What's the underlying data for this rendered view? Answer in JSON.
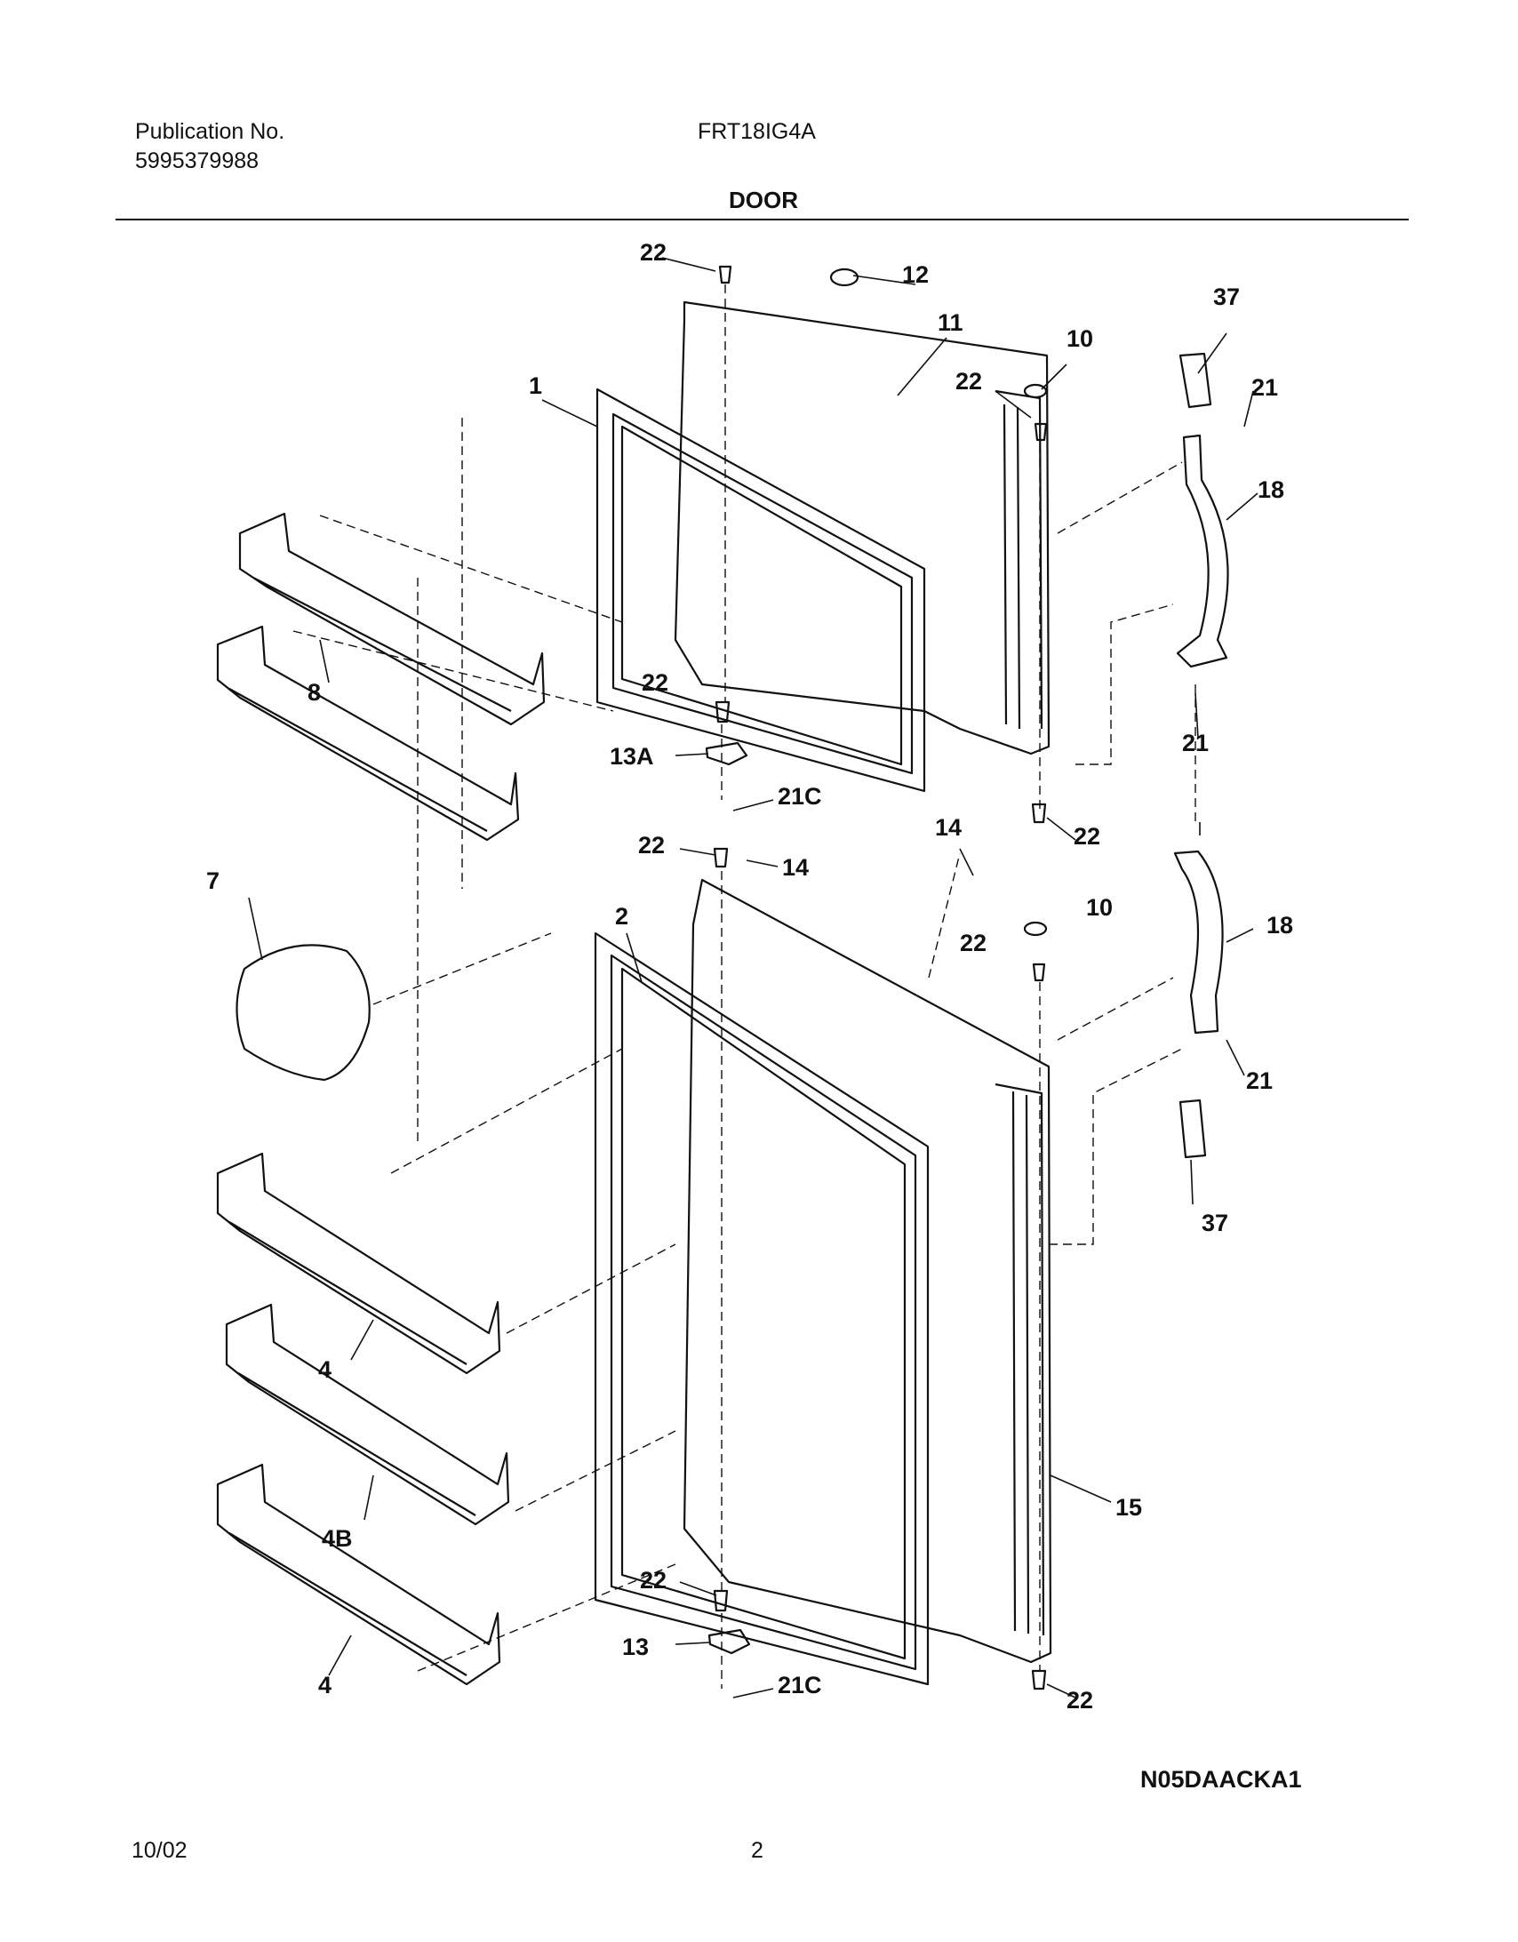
{
  "header": {
    "publication_label": "Publication No.",
    "publication_number": "5995379988",
    "model": "FRT18IG4A",
    "section_title": "DOOR"
  },
  "callouts": {
    "c1": "1",
    "c2": "2",
    "c4a": "4",
    "c4b": "4",
    "c4B": "4B",
    "c7": "7",
    "c8": "8",
    "c10a": "10",
    "c10b": "10",
    "c11": "11",
    "c12": "12",
    "c13": "13",
    "c13A": "13A",
    "c14a": "14",
    "c14b": "14",
    "c15": "15",
    "c18a": "18",
    "c18b": "18",
    "c21a": "21",
    "c21b": "21",
    "c21c": "21",
    "c21Ca": "21C",
    "c21Cb": "21C",
    "c22a": "22",
    "c22b": "22",
    "c22c": "22",
    "c22d": "22",
    "c22e": "22",
    "c22f": "22",
    "c22g": "22",
    "c22h": "22",
    "c37a": "37",
    "c37b": "37"
  },
  "footer": {
    "drawing_code": "N05DAACKA1",
    "date": "10/02",
    "page": "2"
  }
}
